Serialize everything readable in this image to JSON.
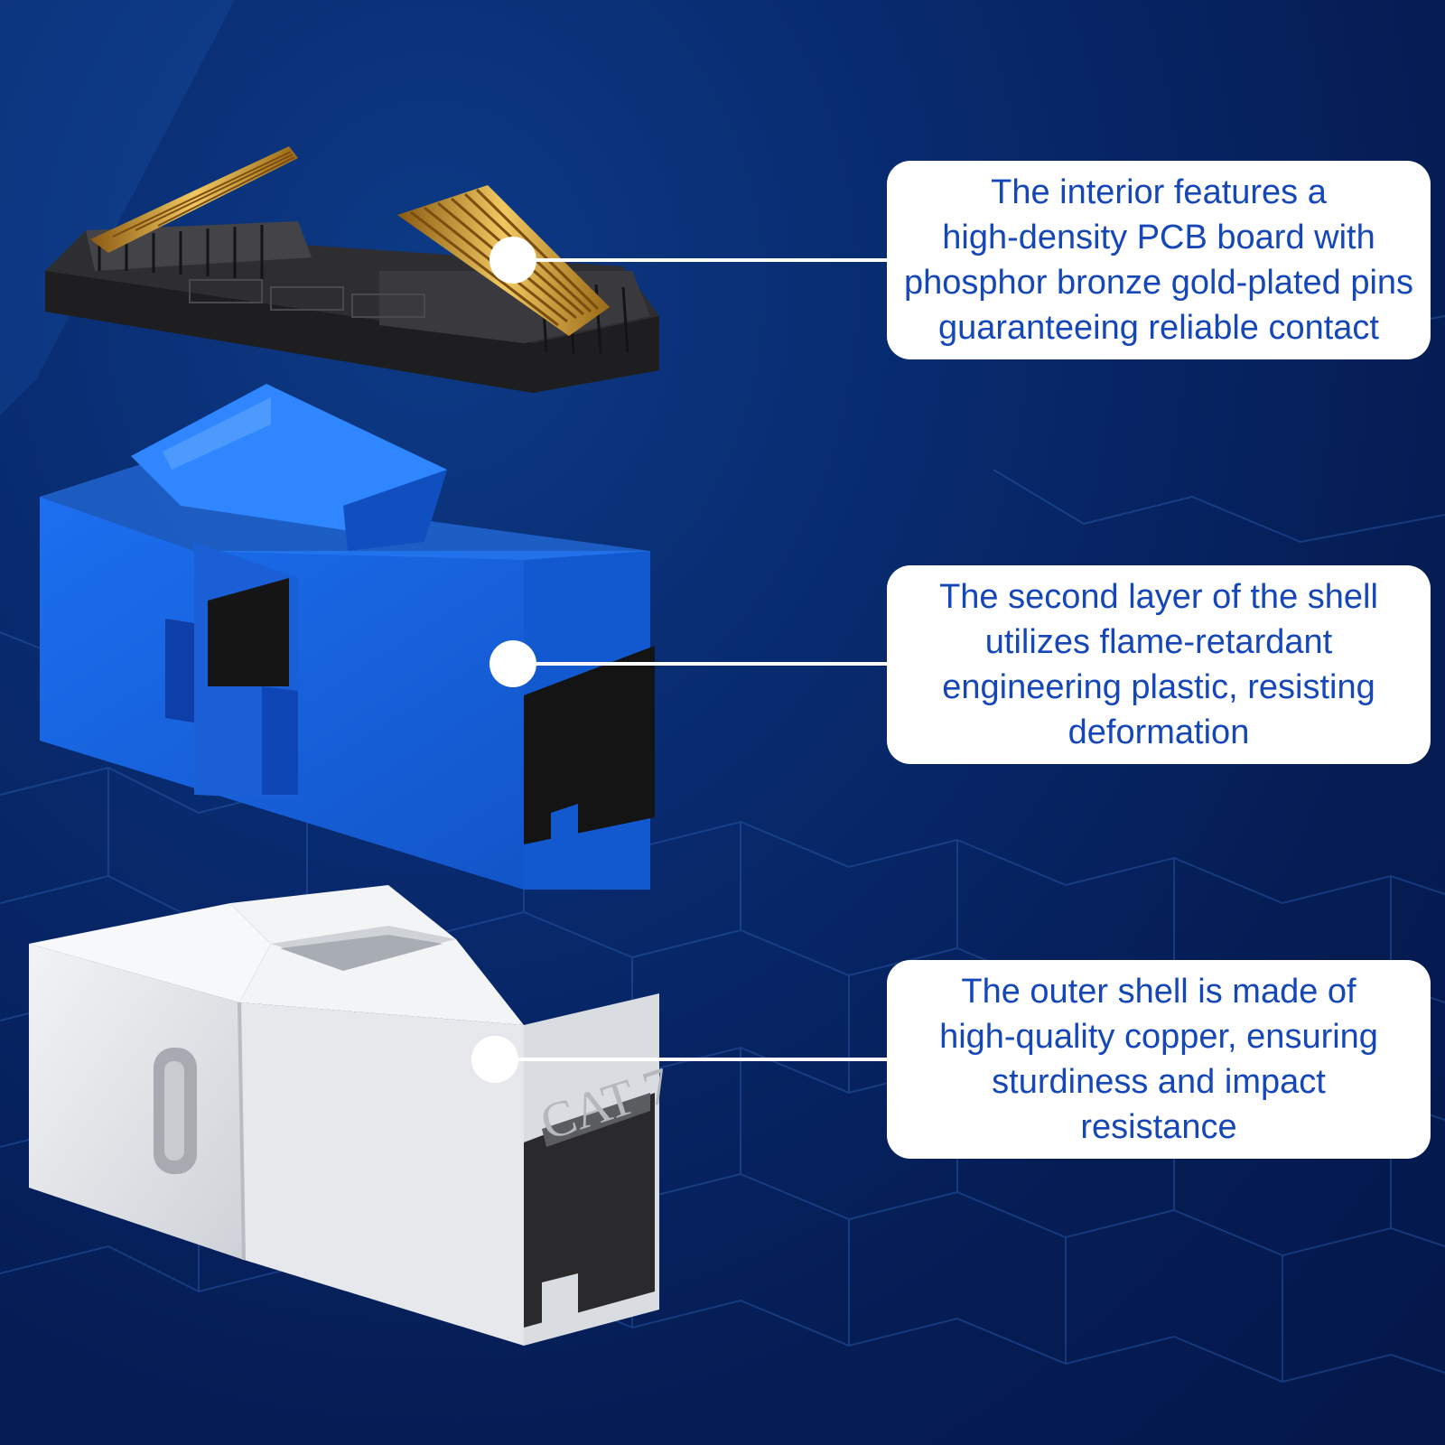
{
  "callouts": [
    {
      "text": "The interior features a\nhigh-density PCB board with\nphosphor bronze gold-plated pins\nguaranteeing reliable contact"
    },
    {
      "text": "The second layer of the shell\nutilizes flame-retardant\nengineering plastic, resisting\ndeformation"
    },
    {
      "text": "The outer shell is made of\nhigh-quality copper, ensuring\nsturdiness and impact\nresistance"
    }
  ],
  "product_marking": "CAT 7",
  "colors": {
    "background": "#06205e",
    "callout_text": "#1547b8",
    "pin_gold": "#d9a93a",
    "plastic_blue": "#1a62e0",
    "shell_silver": "#e4e6ea",
    "pcb_dark": "#3d3d40"
  }
}
